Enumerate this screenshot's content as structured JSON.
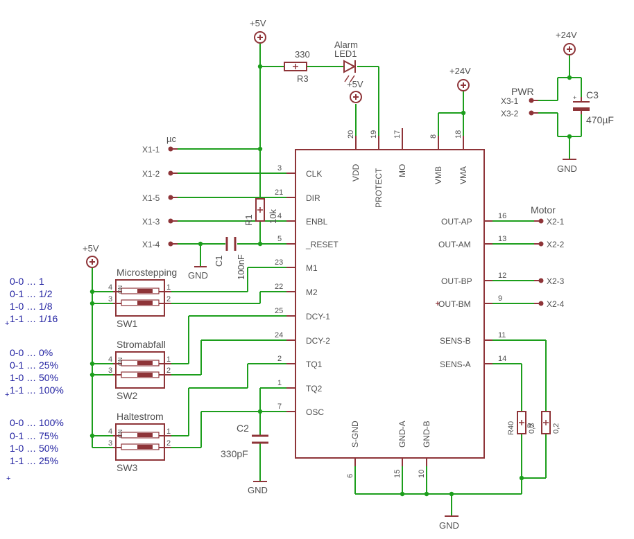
{
  "colors": {
    "wire": "#1c9e1c",
    "symbol": "#8e3438",
    "pin_text": "#505050",
    "table_text": "#1e1ea0",
    "background": "#ffffff"
  },
  "supplies": {
    "p5v": "+5V",
    "p24v": "+24V",
    "gnd": "GND"
  },
  "ic": {
    "left_pins": [
      {
        "num": "3",
        "name": "CLK"
      },
      {
        "num": "21",
        "name": "DIR"
      },
      {
        "num": "4",
        "name": "ENBL"
      },
      {
        "num": "5",
        "name": "_RESET"
      },
      {
        "num": "23",
        "name": "M1"
      },
      {
        "num": "22",
        "name": "M2"
      },
      {
        "num": "25",
        "name": "DCY-1"
      },
      {
        "num": "24",
        "name": "DCY-2"
      },
      {
        "num": "2",
        "name": "TQ1"
      },
      {
        "num": "1",
        "name": "TQ2"
      },
      {
        "num": "7",
        "name": "OSC"
      }
    ],
    "top_pins": [
      {
        "num": "20",
        "name": "VDD"
      },
      {
        "num": "19",
        "name": "PROTECT"
      },
      {
        "num": "17",
        "name": "MO"
      },
      {
        "num": "8",
        "name": "VMB"
      },
      {
        "num": "18",
        "name": "VMA"
      }
    ],
    "right_pins": [
      {
        "num": "16",
        "name": "OUT-AP"
      },
      {
        "num": "13",
        "name": "OUT-AM"
      },
      {
        "num": "12",
        "name": "OUT-BP"
      },
      {
        "num": "9",
        "name": "OUT-BM"
      },
      {
        "num": "11",
        "name": "SENS-B"
      },
      {
        "num": "14",
        "name": "SENS-A"
      }
    ],
    "bottom_pins": [
      {
        "num": "6",
        "name": "S-GND"
      },
      {
        "num": "15",
        "name": "GND-A"
      },
      {
        "num": "10",
        "name": "GND-B"
      }
    ]
  },
  "connectors": {
    "x1": [
      "X1-1",
      "X1-2",
      "X1-5",
      "X1-3",
      "X1-4"
    ],
    "x1_label": "µc",
    "x2": [
      "X2-1",
      "X2-2",
      "X2-3",
      "X2-4"
    ],
    "x2_label": "Motor",
    "x3": [
      "X3-1",
      "X3-2"
    ],
    "x3_label": "PWR"
  },
  "parts": {
    "r3": {
      "name": "R3",
      "value": "330"
    },
    "led1": {
      "name": "LED1",
      "label": "Alarm"
    },
    "r1": {
      "name": "R1",
      "value": "10k"
    },
    "c1": {
      "name": "C1",
      "value": "100nF"
    },
    "c2": {
      "name": "C2",
      "value": "330pF"
    },
    "c3": {
      "name": "C3",
      "value": "470µF"
    },
    "r40": {
      "name": "R40",
      "value": "0,2"
    },
    "r_b": {
      "name": "R",
      "value": "0,2"
    }
  },
  "switches": [
    {
      "name": "SW1",
      "title": "Microstepping"
    },
    {
      "name": "SW2",
      "title": "Stromabfall"
    },
    {
      "name": "SW3",
      "title": "Haltestrom"
    }
  ],
  "switch_pin_labels": {
    "left_top": "4",
    "left_bottom": "3",
    "right_top": "1",
    "right_bottom": "2",
    "on": "ON"
  },
  "tables": [
    [
      "0-0 … 1",
      "0-1 … 1/2",
      "1-0 … 1/8",
      "1-1 … 1/16"
    ],
    [
      "0-0 … 0%",
      "0-1 … 25%",
      "1-0 … 50%",
      "1-1 … 100%"
    ],
    [
      "0-0 … 100%",
      "0-1 … 75%",
      "1-0 … 50%",
      "1-1 … 25%"
    ]
  ],
  "plus_mark": "+"
}
